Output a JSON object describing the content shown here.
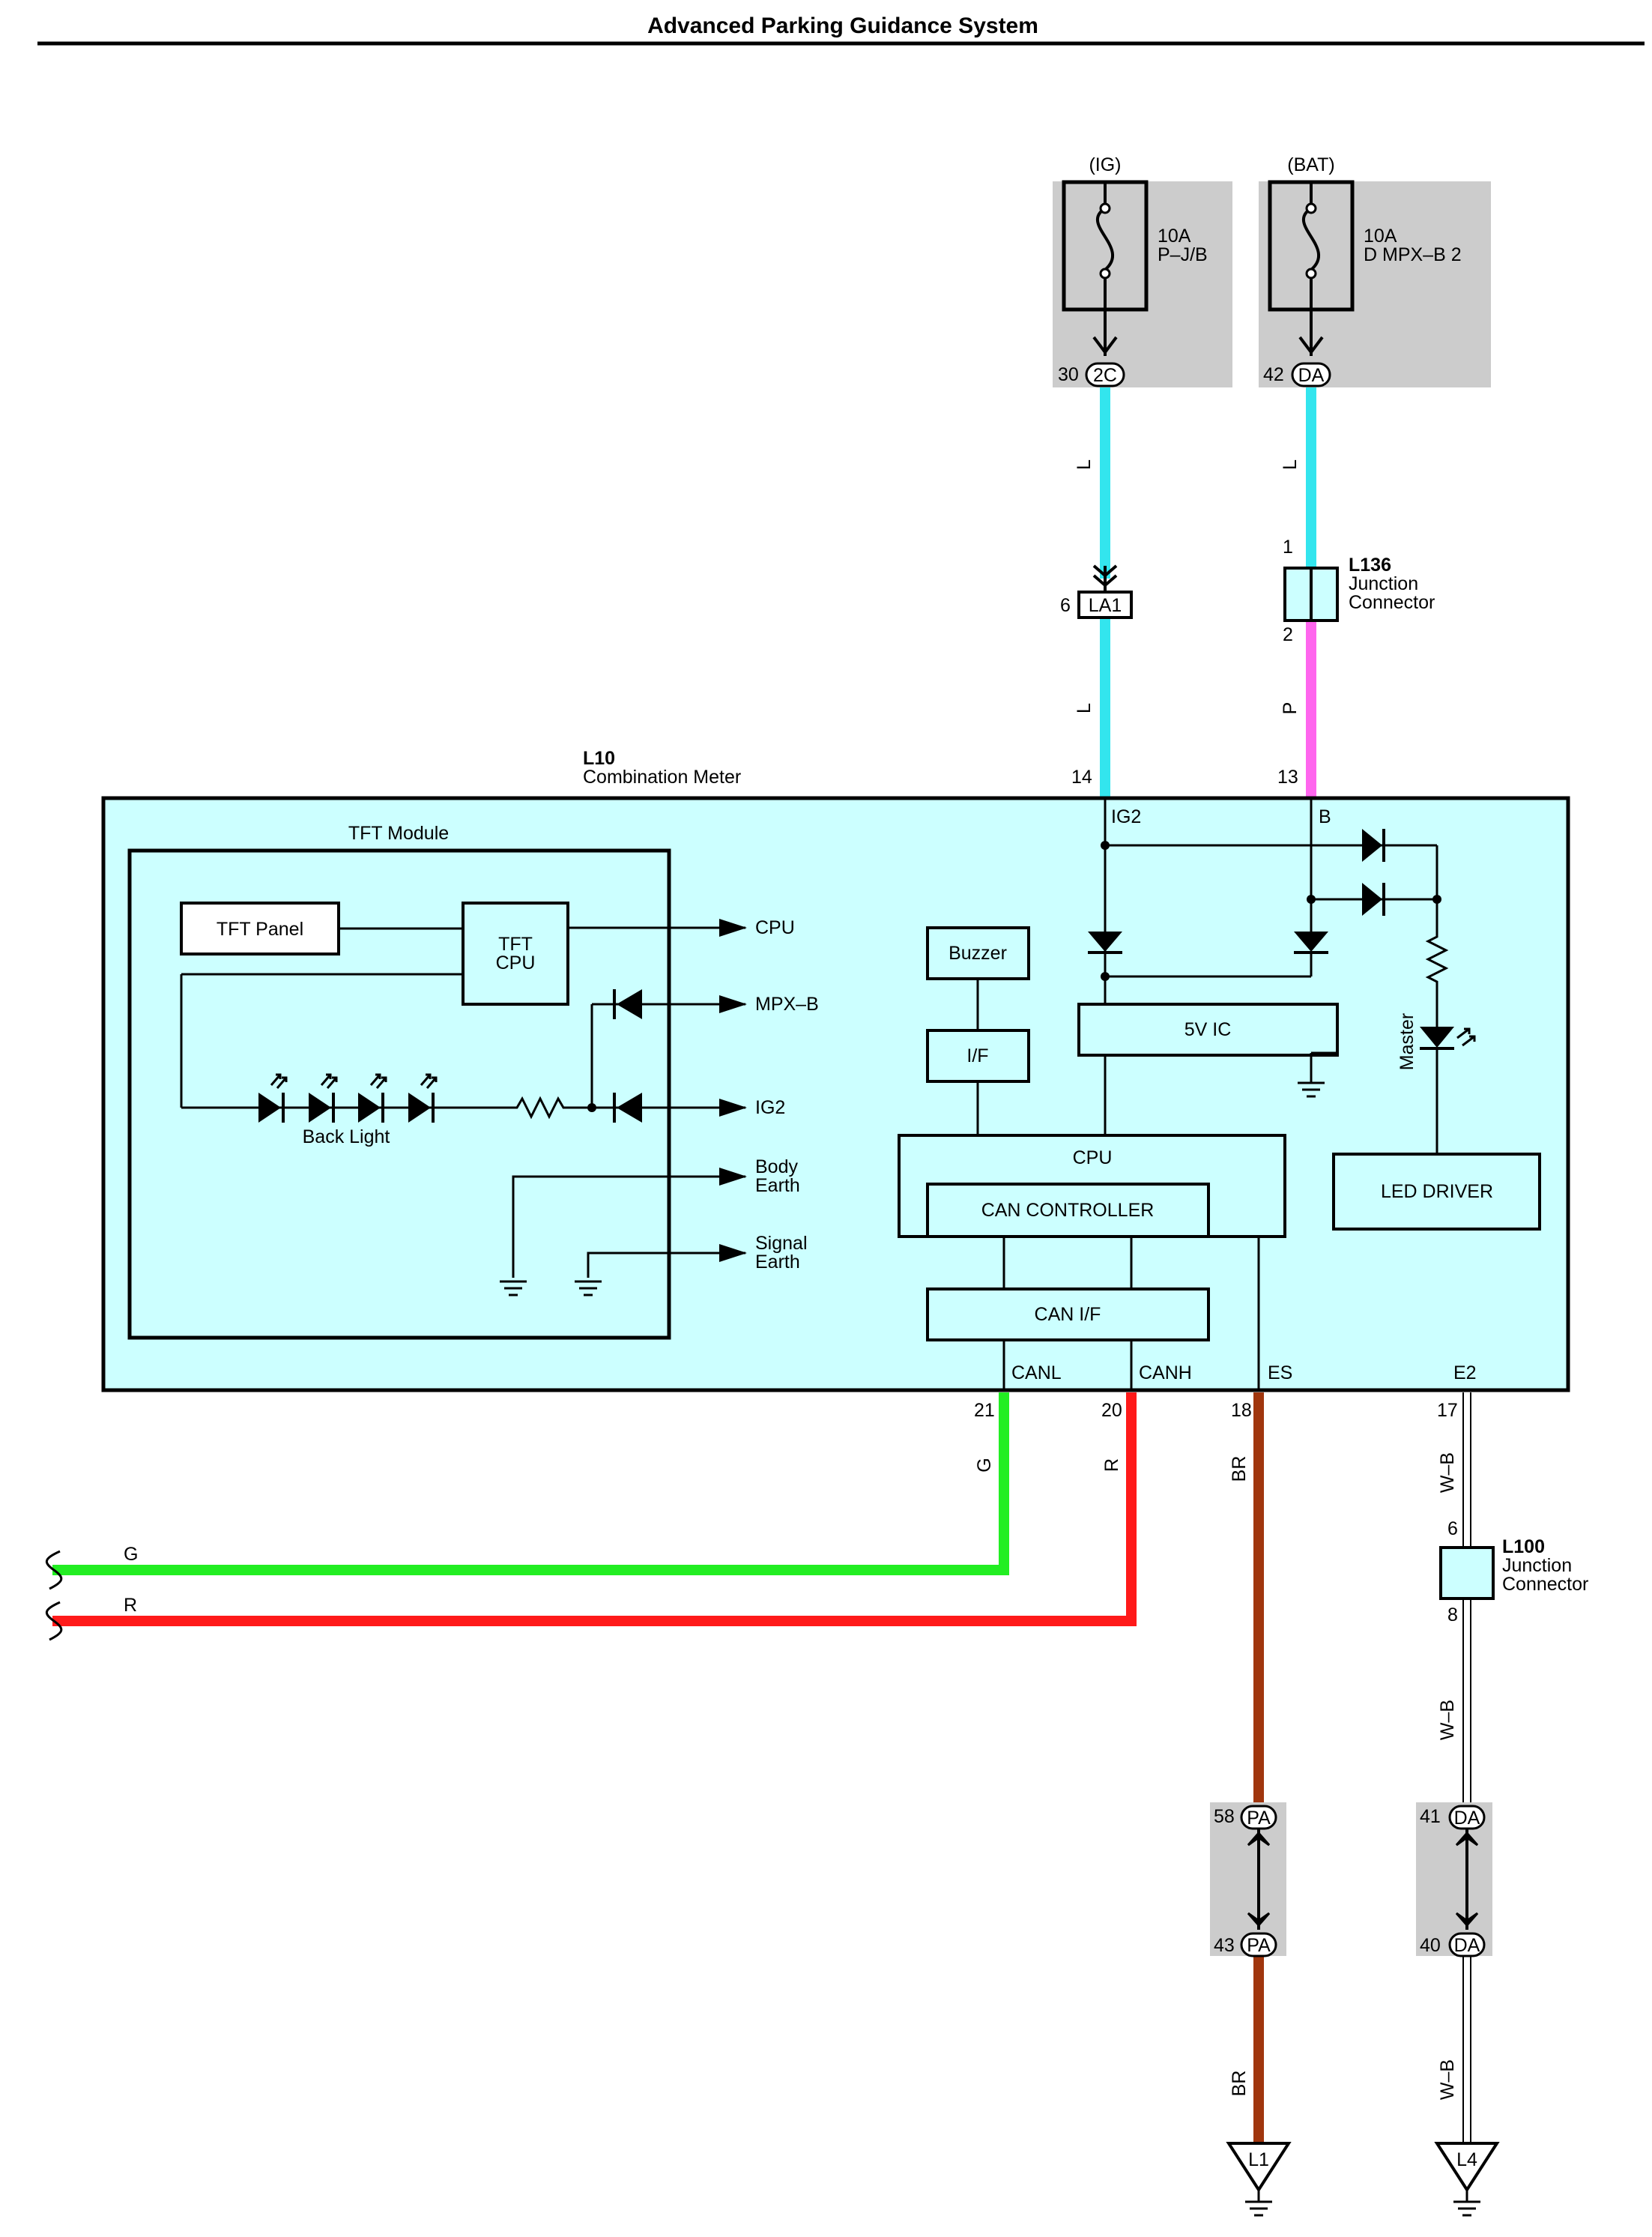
{
  "title": "Advanced Parking Guidance System",
  "colors": {
    "module_fill": "#ccffff",
    "fuse_fill": "#cccccc",
    "wire_L": "#33e5ee",
    "wire_P": "#ff66ee",
    "wire_G": "#22ee22",
    "wire_R": "#ff1a1a",
    "wire_BR": "#a0360e"
  },
  "fuses": [
    {
      "source": "(IG)",
      "amp": "10A",
      "name": "P–J/B",
      "pin": "30",
      "connector": "2C"
    },
    {
      "source": "(BAT)",
      "amp": "10A",
      "name": "D MPX–B 2",
      "pin": "42",
      "connector": "DA"
    }
  ],
  "connector_la1": {
    "pin": "6",
    "name": "LA1"
  },
  "junction_l136": {
    "id": "L136",
    "desc1": "Junction",
    "desc2": "Connector",
    "pin_top": "1",
    "pin_bottom": "2"
  },
  "junction_l100": {
    "id": "L100",
    "desc1": "Junction",
    "desc2": "Connector",
    "pin_top": "6",
    "pin_bottom": "8"
  },
  "meter": {
    "id": "L10",
    "name": "Combination Meter",
    "tft_module": "TFT Module",
    "tft_panel": "TFT Panel",
    "tft_cpu_1": "TFT",
    "tft_cpu_2": "CPU",
    "back_light": "Back Light",
    "buzzer": "Buzzer",
    "if": "I/F",
    "vic": "5V IC",
    "cpu": "CPU",
    "can_controller": "CAN CONTROLLER",
    "can_if": "CAN I/F",
    "led_driver": "LED DRIVER",
    "master": "Master",
    "arrows": {
      "cpu": "CPU",
      "mpxb": "MPX–B",
      "ig2": "IG2",
      "body1": "Body",
      "body2": "Earth",
      "signal1": "Signal",
      "signal2": "Earth"
    },
    "terminals": {
      "ig2": "IG2",
      "b": "B",
      "canl": "CANL",
      "canh": "CANH",
      "es": "ES",
      "e2": "E2"
    },
    "pins": {
      "p14": "14",
      "p13": "13",
      "p21": "21",
      "p20": "20",
      "p18": "18",
      "p17": "17"
    }
  },
  "wire_labels": {
    "l_fuse1": "L",
    "l_fuse2": "L",
    "l_meter": "L",
    "p": "P",
    "g_short": "G",
    "r_short": "R",
    "g_long": "G",
    "r_long": "R",
    "br_top": "BR",
    "br_bot": "BR",
    "wb_top": "W–B",
    "wb_mid": "W–B",
    "wb_bot": "W–B"
  },
  "splices": [
    {
      "pin_top": "58",
      "conn_top": "PA",
      "pin_bot": "43",
      "conn_bot": "PA"
    },
    {
      "pin_top": "41",
      "conn_top": "DA",
      "pin_bot": "40",
      "conn_bot": "DA"
    }
  ],
  "grounds": {
    "l1": "L1",
    "l4": "L4"
  }
}
